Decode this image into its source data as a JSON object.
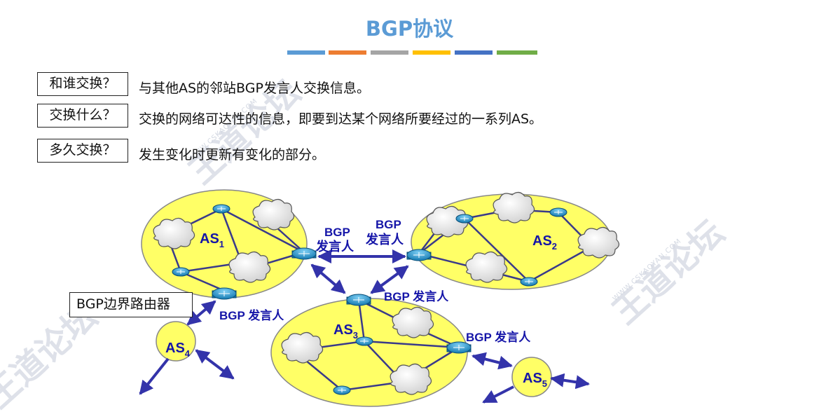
{
  "slide": {
    "title": "BGP协议",
    "title_bar_colors": [
      "#5b9bd5",
      "#ed7d31",
      "#a5a5a5",
      "#ffc000",
      "#4472c4",
      "#70ad47"
    ]
  },
  "qa": [
    {
      "question": "和谁交换？",
      "answer": "与其他AS的邻站BGP发言人交换信息。"
    },
    {
      "question": "交换什么？",
      "answer": "交换的网络可达性的信息，即要到达某个网络所要经过的一系列AS。"
    },
    {
      "question": "多久交换？",
      "answer": "发生变化时更新有变化的部分。"
    }
  ],
  "diagram": {
    "as_labels": {
      "as1": {
        "name": "AS",
        "sub": "1"
      },
      "as2": {
        "name": "AS",
        "sub": "2"
      },
      "as3": {
        "name": "AS",
        "sub": "3"
      },
      "as4": {
        "name": "AS",
        "sub": "4"
      },
      "as5": {
        "name": "AS",
        "sub": "5"
      }
    },
    "speaker_labels": {
      "as1_bgp": "BGP",
      "as1_speaker": "发言人",
      "as2_bgp": "BGP",
      "as2_speaker": "发言人",
      "as3_top": "BGP 发言人",
      "as1_bottom": "BGP 发言人",
      "as3_right": "BGP 发言人"
    },
    "border_router_label": "BGP边界路由器",
    "colors": {
      "as_fill": "#ffff66",
      "link": "#3333aa",
      "label": "#1515a8",
      "router": "#1a8fc4"
    }
  },
  "watermark": {
    "text": "王道论坛",
    "url": "WWW.CSKAOYAN.COM"
  }
}
